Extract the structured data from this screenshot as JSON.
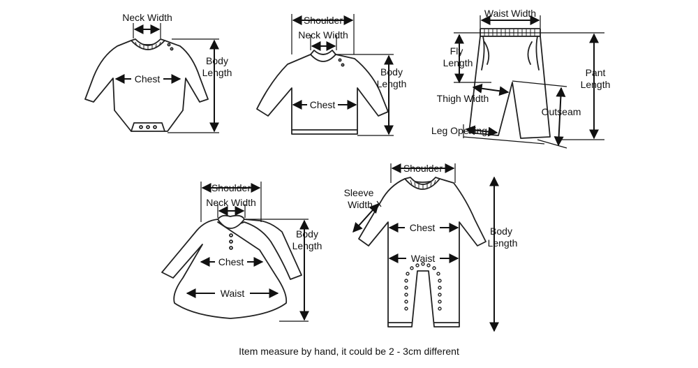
{
  "labels": {
    "neck_width": "Neck Width",
    "body": "Body",
    "length": "Length",
    "chest": "Chest",
    "shoulder": "Shoulder",
    "waist_width": "Waist Width",
    "fly": "Fly",
    "pant": "Pant",
    "thigh_width": "Thigh Width",
    "outseam": "Outseam",
    "leg_opening": "Leg Opening",
    "waist": "Waist",
    "sleeve": "Sleeve",
    "width": "Width"
  },
  "footer": "Item measure by hand, it could be 2 - 3cm different"
}
